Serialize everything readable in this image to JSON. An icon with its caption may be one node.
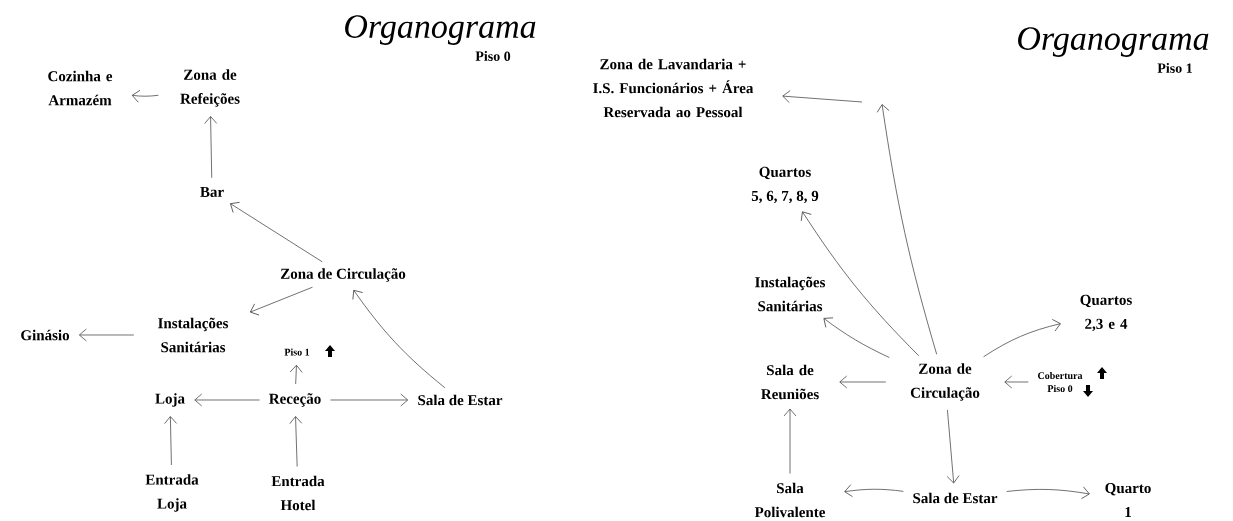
{
  "diagram": {
    "nodes": [
      {
        "text": [
          "Cozinha e Armazém"
        ]
      },
      {
        "text": [
          "Zona de Refeições"
        ]
      },
      {
        "text": [
          "Bar"
        ]
      },
      {
        "text": [
          "Zona de Circulação"
        ]
      },
      {
        "text": [
          "Ginásio"
        ]
      },
      {
        "text": [
          "Instalações Sanitárias"
        ]
      },
      {
        "text": [
          "Piso 1"
        ]
      },
      {
        "text": [
          "Loja"
        ]
      },
      {
        "text": [
          "Receção"
        ]
      },
      {
        "text": [
          "Sala de Estar"
        ]
      },
      {
        "text": [
          "Entrada Loja"
        ]
      },
      {
        "text": [
          "Entrada Hotel"
        ]
      },
      {
        "text": [
          "Zona de Lavandaria + I.S. Funcionários + Área Reservada ao Pessoal"
        ]
      },
      {
        "text": [
          "Quartos",
          "5, 6, 7, 8, 9"
        ]
      },
      {
        "text": [
          "Instalações Sanitárias"
        ]
      },
      {
        "text": [
          "Quartos 2,3 e 4"
        ]
      },
      {
        "text": [
          "Sala de Reuniões"
        ]
      },
      {
        "text": [
          "Zona de Circulação"
        ]
      },
      {
        "text": [
          "Cobertura",
          "Piso 0"
        ]
      },
      {
        "text": [
          "Sala Polivalente"
        ]
      },
      {
        "text": [
          "Sala de Estar"
        ]
      },
      {
        "text": [
          "Quarto 1"
        ]
      }
    ],
    "edges": [
      {
        "from": 1,
        "to": 0,
        "arrow": "to"
      },
      {
        "from": 2,
        "to": 1,
        "arrow": "to"
      },
      {
        "from": 3,
        "to": 2,
        "arrow": "to"
      },
      {
        "from": 3,
        "to": 5,
        "arrow": "to"
      },
      {
        "from": 5,
        "to": 4,
        "arrow": "to"
      },
      {
        "from": 8,
        "to": 6,
        "arrow": "to"
      },
      {
        "from": 8,
        "to": 7,
        "arrow": "to"
      },
      {
        "from": 8,
        "to": 9,
        "arrow": "to"
      },
      {
        "from": 9,
        "to": 3,
        "arrow": "to"
      },
      {
        "from": 10,
        "to": 7,
        "arrow": "to"
      },
      {
        "from": 11,
        "to": 8,
        "arrow": "to"
      },
      {
        "from": 17,
        "to": null,
        "arrow": "to"
      },
      {
        "from": null,
        "to": 12,
        "arrow": "to"
      },
      {
        "from": 17,
        "to": 13,
        "arrow": "to"
      },
      {
        "from": 17,
        "to": 14,
        "arrow": "to"
      },
      {
        "from": 17,
        "to": 15,
        "arrow": "to"
      },
      {
        "from": 17,
        "to": 16,
        "arrow": "to"
      },
      {
        "from": 18,
        "to": 17,
        "arrow": "to"
      },
      {
        "from": 17,
        "to": 20,
        "arrow": "to"
      },
      {
        "from": 20,
        "to": 19,
        "arrow": "to"
      },
      {
        "from": 20,
        "to": 21,
        "arrow": "to"
      },
      {
        "from": 19,
        "to": 16,
        "arrow": "to"
      }
    ],
    "labels": [
      "Organograma",
      "Piso 0",
      "Organograma",
      "Piso 1"
    ]
  }
}
